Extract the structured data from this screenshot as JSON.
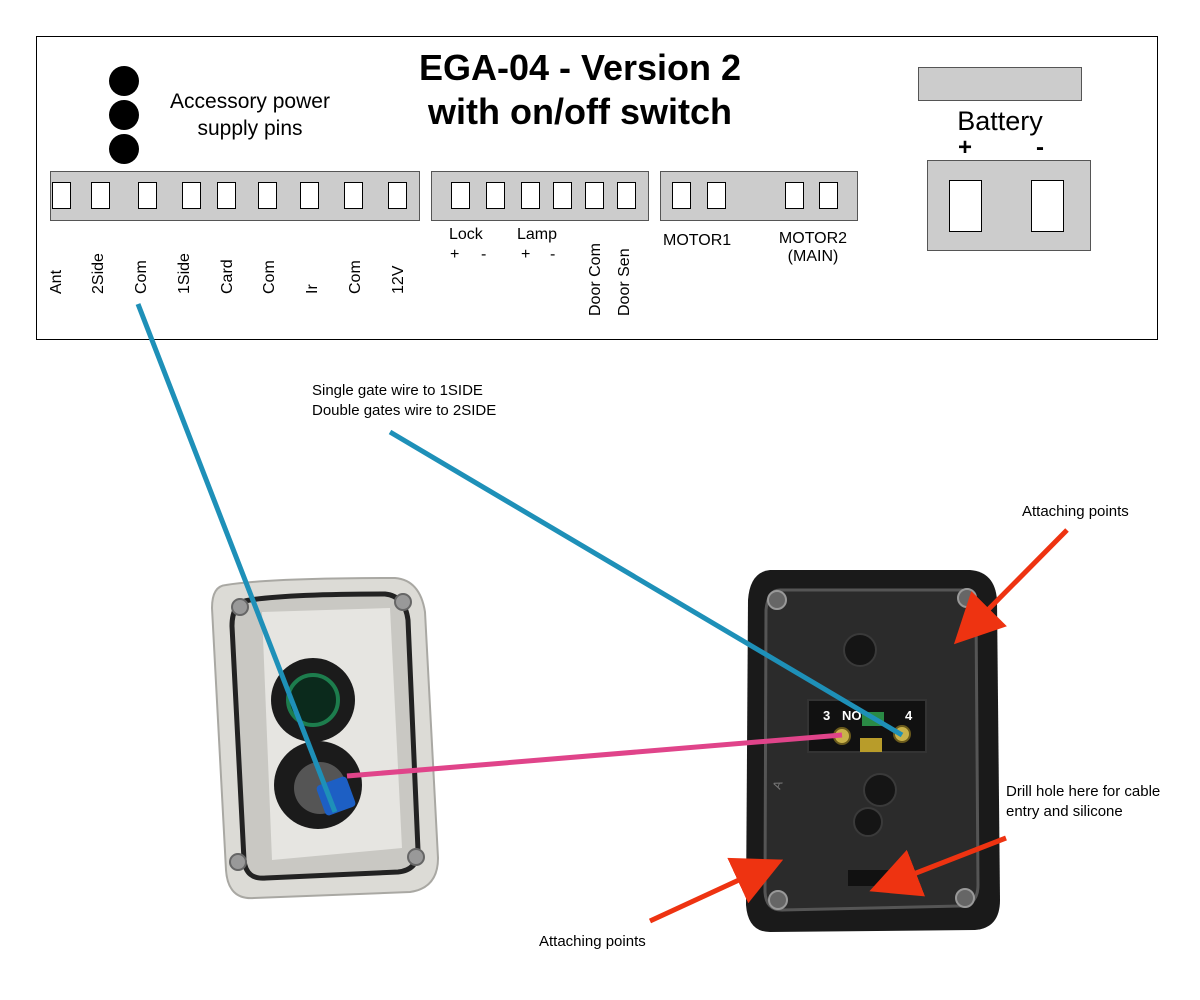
{
  "title": {
    "line1": "EGA-04 - Version 2",
    "line2": "with on/off switch"
  },
  "accessory": {
    "line1": "Accessory power",
    "line2": "supply pins"
  },
  "terminals": {
    "main": [
      "Ant",
      "2Side",
      "Com",
      "1Side",
      "Card",
      "Com",
      "Ir",
      "Com",
      "12V"
    ],
    "lock": {
      "label": "Lock",
      "plus": "+",
      "minus": "-"
    },
    "lamp": {
      "label": "Lamp",
      "plus": "+",
      "minus": "-"
    },
    "door_com": "Door Com",
    "door_sen": "Door Sen",
    "motor1": "MOTOR1",
    "motor2_line1": "MOTOR2",
    "motor2_line2": "(MAIN)"
  },
  "battery": {
    "label": "Battery",
    "plus": "+",
    "minus": "-"
  },
  "annotations": {
    "wire_note_line1": "Single gate wire to 1SIDE",
    "wire_note_line2": "Double gates wire to 2SIDE",
    "attach_top": "Attaching points",
    "attach_bottom": "Attaching points",
    "drill_line1": "Drill hole here for cable",
    "drill_line2": "entry and silicone",
    "switch_3": "3",
    "switch_no": "NO",
    "switch_4": "4",
    "box_letter": "A"
  },
  "colors": {
    "wire_blue": "#1e90b8",
    "wire_pink": "#e0448a",
    "arrow_red": "#ee3311",
    "strip_gray": "#cccccc"
  }
}
